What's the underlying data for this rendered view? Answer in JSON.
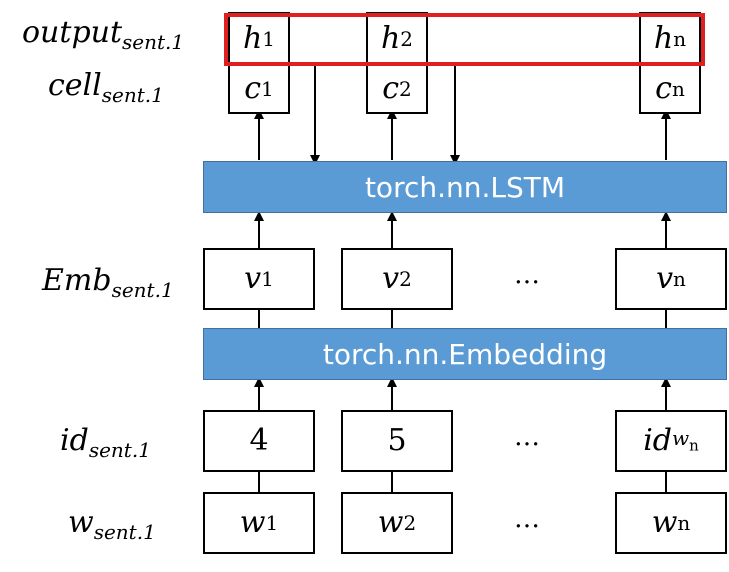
{
  "labels": {
    "output": {
      "base": "output",
      "sub": "sent.1"
    },
    "cell": {
      "base": "cell",
      "sub": "sent.1"
    },
    "emb": {
      "base": "Emb",
      "sub": "sent.1"
    },
    "id": {
      "base": "id",
      "sub": "sent.1"
    },
    "w": {
      "base": "w",
      "sub": "sent.1"
    }
  },
  "layers": {
    "lstm": "torch.nn.LSTM",
    "embedding": "torch.nn.Embedding"
  },
  "outputs": [
    {
      "base": "h",
      "sub": "1"
    },
    {
      "base": "h",
      "sub": "2"
    },
    {
      "base": "h",
      "sub": "n"
    }
  ],
  "cells": [
    {
      "base": "c",
      "sub": "1"
    },
    {
      "base": "c",
      "sub": "2"
    },
    {
      "base": "c",
      "sub": "n"
    }
  ],
  "embeddings": [
    {
      "base": "v",
      "sub": "1"
    },
    {
      "base": "v",
      "sub": "2"
    },
    {
      "base": "v",
      "sub": "n"
    }
  ],
  "ids": [
    {
      "base": "4",
      "sub": ""
    },
    {
      "base": "5",
      "sub": ""
    },
    {
      "base": "id",
      "sub": "w",
      "subsub": "n"
    }
  ],
  "words": [
    {
      "base": "w",
      "sub": "1"
    },
    {
      "base": "w",
      "sub": "2"
    },
    {
      "base": "w",
      "sub": "n"
    }
  ],
  "ellipsis": "…",
  "colors": {
    "layer_fill": "#5b9bd5",
    "highlight": "#e02020"
  }
}
